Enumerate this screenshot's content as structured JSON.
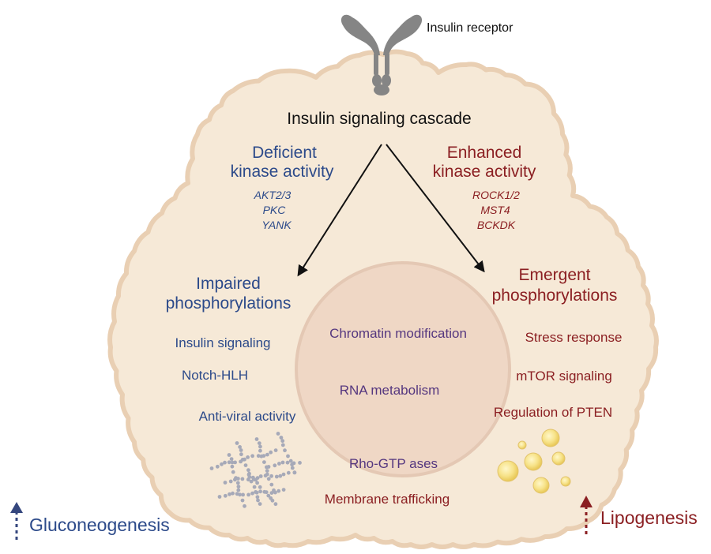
{
  "colors": {
    "cell_fill": "#f6e9d7",
    "cell_stroke": "#e9cfb3",
    "nucleus_fill": "#efd7c5",
    "nucleus_stroke": "#e4c8b4",
    "blue": "#2c4a8a",
    "red": "#8b1f22",
    "purple": "#55377f",
    "receptor": "#858585"
  },
  "receptor": {
    "label": "Insulin receptor",
    "icon": "insulin-receptor-icon"
  },
  "cascade_title": "Insulin signaling cascade",
  "deficient": {
    "title_line1": "Deficient",
    "title_line2": "kinase activity",
    "kinases": [
      "AKT2/3",
      "PKC",
      "YANK"
    ]
  },
  "enhanced": {
    "title_line1": "Enhanced",
    "title_line2": "kinase activity",
    "kinases": [
      "ROCK1/2",
      "MST4",
      "BCKDK"
    ]
  },
  "impaired": {
    "title_line1": "Impaired",
    "title_line2": "phosphorylations",
    "items": [
      "Insulin signaling",
      "Notch-HLH",
      "Anti-viral activity"
    ]
  },
  "emergent": {
    "title_line1": "Emergent",
    "title_line2": "phosphorylations",
    "items": [
      "Stress response",
      "mTOR signaling",
      "Regulation of PTEN"
    ]
  },
  "nucleus": {
    "items": [
      "Chromatin modification",
      "RNA metabolism"
    ]
  },
  "bottom_center": {
    "item1": "Rho-GTP ases",
    "item2": "Membrane trafficking"
  },
  "outcomes": {
    "left": {
      "label": "Gluconeogenesis",
      "icon": "up-arrow-icon"
    },
    "right": {
      "label": "Lipogenesis",
      "icon": "up-arrow-icon"
    }
  },
  "decorations": {
    "glycogen": "glycogen-icon",
    "lipid_droplets": "lipid-droplets-icon"
  }
}
